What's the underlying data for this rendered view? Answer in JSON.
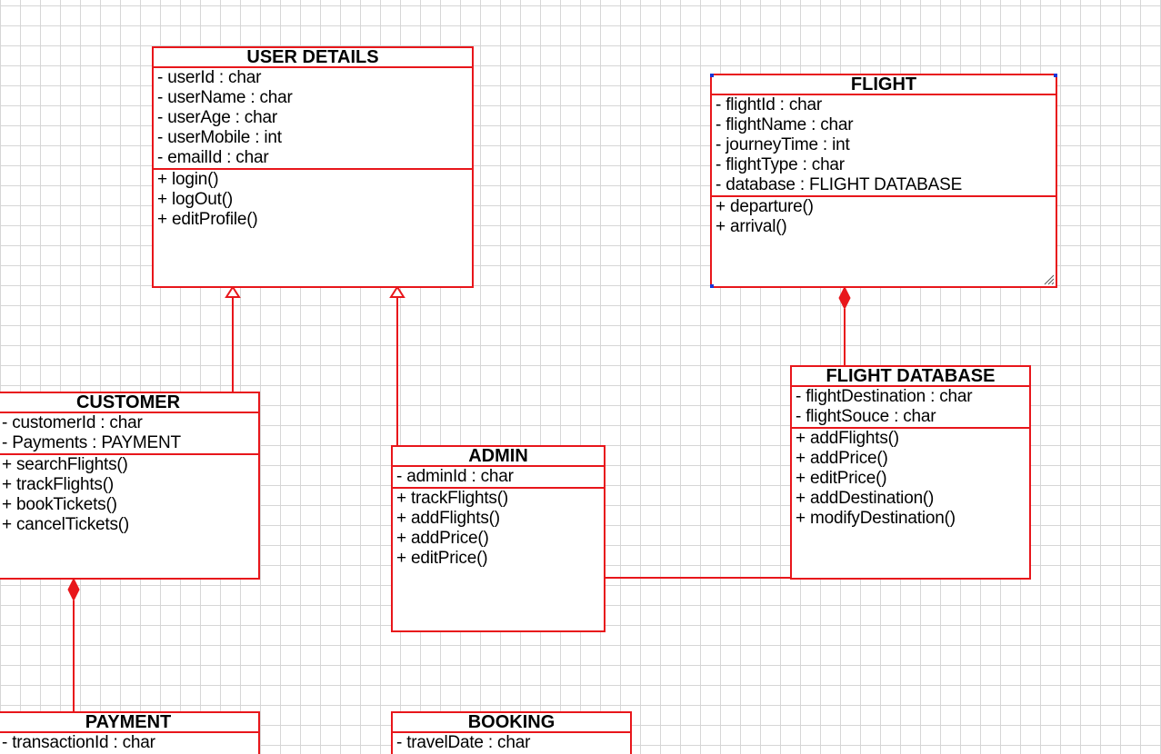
{
  "classes": {
    "user_details": {
      "name": "USER DETAILS",
      "attributes": [
        "- userId : char",
        "- userName : char",
        "- userAge : char",
        "- userMobile : int",
        "- emailId : char"
      ],
      "operations": [
        "+ login()",
        "+ logOut()",
        "+ editProfile()"
      ]
    },
    "flight": {
      "name": "FLIGHT",
      "attributes": [
        "- flightId : char",
        "- flightName : char",
        "- journeyTime : int",
        "- flightType : char",
        "- database : FLIGHT DATABASE"
      ],
      "operations": [
        "+ departure()",
        "+ arrival()"
      ]
    },
    "customer": {
      "name": "CUSTOMER",
      "attributes": [
        "- customerId : char",
        "- Payments : PAYMENT"
      ],
      "operations": [
        "+ searchFlights()",
        "+ trackFlights()",
        "+ bookTickets()",
        "+ cancelTickets()"
      ]
    },
    "admin": {
      "name": "ADMIN",
      "attributes": [
        "- adminId : char"
      ],
      "operations": [
        "+ trackFlights()",
        "+ addFlights()",
        "+ addPrice()",
        "+ editPrice()"
      ]
    },
    "flight_database": {
      "name": "FLIGHT DATABASE",
      "attributes": [
        "- flightDestination : char",
        "- flightSouce : char"
      ],
      "operations": [
        "+ addFlights()",
        "+ addPrice()",
        "+ editPrice()",
        "+ addDestination()",
        "+ modifyDestination()"
      ]
    },
    "payment": {
      "name": "PAYMENT",
      "attributes": [
        "- transactionId : char"
      ],
      "operations": []
    },
    "booking": {
      "name": "BOOKING",
      "attributes": [
        "- travelDate : char"
      ],
      "operations": []
    }
  },
  "relationships": [
    {
      "type": "generalization",
      "from": "customer",
      "to": "user_details"
    },
    {
      "type": "generalization",
      "from": "admin",
      "to": "user_details"
    },
    {
      "type": "composition",
      "whole": "flight",
      "part": "flight_database"
    },
    {
      "type": "composition",
      "whole": "customer",
      "part": "payment"
    },
    {
      "type": "association",
      "from": "admin",
      "to": "flight_database"
    }
  ],
  "colors": {
    "border": "#e8161b",
    "text": "#000000",
    "grid": "#d6d6d6",
    "selection_handle": "#1a34d8"
  }
}
